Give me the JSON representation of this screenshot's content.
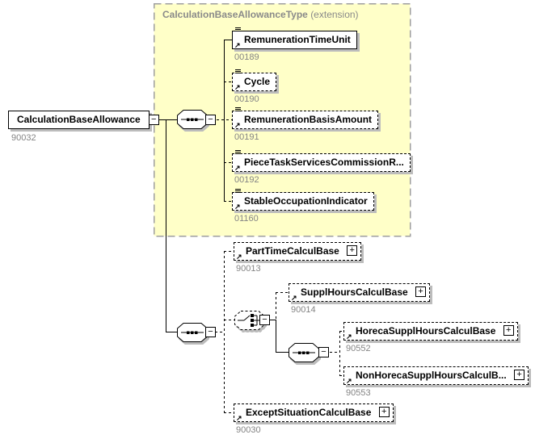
{
  "group": {
    "title": "CalculationBaseAllowanceType",
    "suffix": "(extension)"
  },
  "root": {
    "name": "CalculationBaseAllowance",
    "id": "90032"
  },
  "ext_children": [
    {
      "name": "RemunerationTimeUnit",
      "id": "00189"
    },
    {
      "name": "Cycle",
      "id": "00190"
    },
    {
      "name": "RemunerationBasisAmount",
      "id": "00191"
    },
    {
      "name": "PieceTaskServicesCommissionR...",
      "id": "00192"
    },
    {
      "name": "StableOccupationIndicator",
      "id": "01160"
    }
  ],
  "local_children": [
    {
      "name": "PartTimeCalculBase",
      "id": "90013"
    },
    {
      "name": "SupplHoursCalculBase",
      "id": "90014"
    },
    {
      "name": "HorecaSupplHoursCalculBase",
      "id": "90552"
    },
    {
      "name": "NonHorecaSupplHoursCalculB...",
      "id": "90553"
    },
    {
      "name": "ExceptSituationCalculBase",
      "id": "90030"
    }
  ],
  "icons": {
    "collapse": "−",
    "expand": "+",
    "arrow": "↗"
  },
  "colors": {
    "extension_bg": "#FFFFC8",
    "extension_border": "#9E9E9E",
    "shadow": "#BCBCBC",
    "muted_text": "#848484",
    "line": "#000000"
  }
}
